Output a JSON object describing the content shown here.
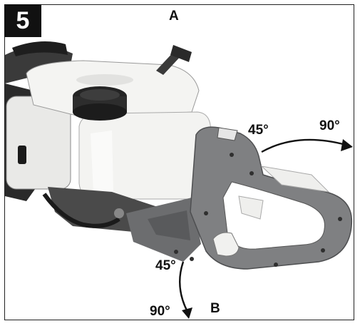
{
  "figure": {
    "number": "5"
  },
  "labels": {
    "a": "A",
    "b": "B",
    "right_45": "45°",
    "right_90": "90°",
    "left_45": "45°",
    "left_90": "90°"
  },
  "colors": {
    "handle_grey": "#7f8082",
    "handle_dark": "#5e5f61",
    "tank_white": "#f2f2f0",
    "cap_dark": "#2d2d2d",
    "label_box": "#111111"
  },
  "image": {
    "subject": "hedge-trimmer-rear-handle-rotation"
  }
}
